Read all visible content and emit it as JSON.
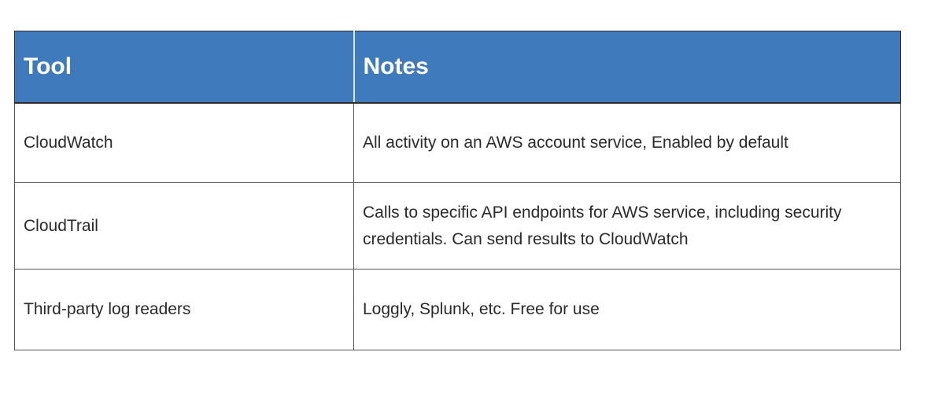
{
  "table": {
    "headers": [
      "Tool",
      "Notes"
    ],
    "rows": [
      {
        "tool": "CloudWatch",
        "notes": "All activity on an AWS account service, Enabled by default"
      },
      {
        "tool": "CloudTrail",
        "notes": "Calls to specific API endpoints for AWS service, including security credentials. Can send results to CloudWatch"
      },
      {
        "tool": "Third-party log readers",
        "notes": "Loggly, Splunk, etc. Free for use"
      }
    ]
  },
  "colors": {
    "header_background": "#3f7bbc",
    "header_text": "#ffffff",
    "body_text": "#2a2a2a",
    "border": "#555555"
  }
}
